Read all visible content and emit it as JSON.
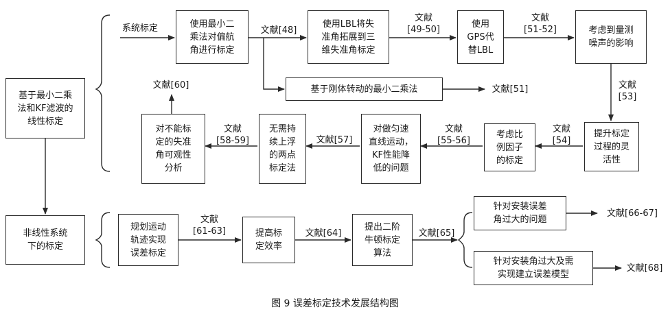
{
  "nodes": {
    "linear": "基于最小二乘\n法和KF滤波的\n线性标定",
    "nonlinear": "非线性系统\n下的标定",
    "ls_misalign": "使用最小二\n乘法对偏航\n角进行标定",
    "lbl_3d": "使用LBL将失\n准角拓展到三\n维失准角标定",
    "gps_lbl": "使用\nGPS代\n替LBL",
    "noise": "考虑到量测\n噪声的影响",
    "rigid": "基于刚体转动的最小二乘法",
    "improve": "提升标定\n过程的灵\n活性",
    "scale": "考虑比\n例因子\n的标定",
    "uniform": "对做匀速\n直线运动，\nKF性能降\n低的问题",
    "two_point": "无需持\n续上浮\n的两点\n标定法",
    "unobservable": "对不能标\n定的失准\n角可观性\n分析",
    "path_plan": "规划运动\n轨迹实现\n误差标定",
    "efficiency": "提高标\n定效率",
    "newton": "提出二阶\n牛顿标定\n算法",
    "large_angle": "针对安装误差\n角过大的问题",
    "large_model": "针对安装角过大及需\n实现建立误差模型"
  },
  "labels": {
    "sys_cal": "系统标定",
    "ref48": "文献[48]",
    "ref49_50": "文献\n[49-50]",
    "ref51_52": "文献\n[51-52]",
    "ref51": "文献[51]",
    "ref53": "文献\n[53]",
    "ref54": "文献\n[54]",
    "ref55_56": "文献\n[55-56]",
    "ref57": "文献[57]",
    "ref58_59": "文献\n[58-59]",
    "ref60": "文献[60]",
    "ref61_63": "文献\n[61-63]",
    "ref64": "文献[64]",
    "ref65": "文献[65]",
    "ref66_67": "文献[66-67]",
    "ref68": "文献[68]"
  },
  "caption": "图 9  误差标定技术发展结构图"
}
